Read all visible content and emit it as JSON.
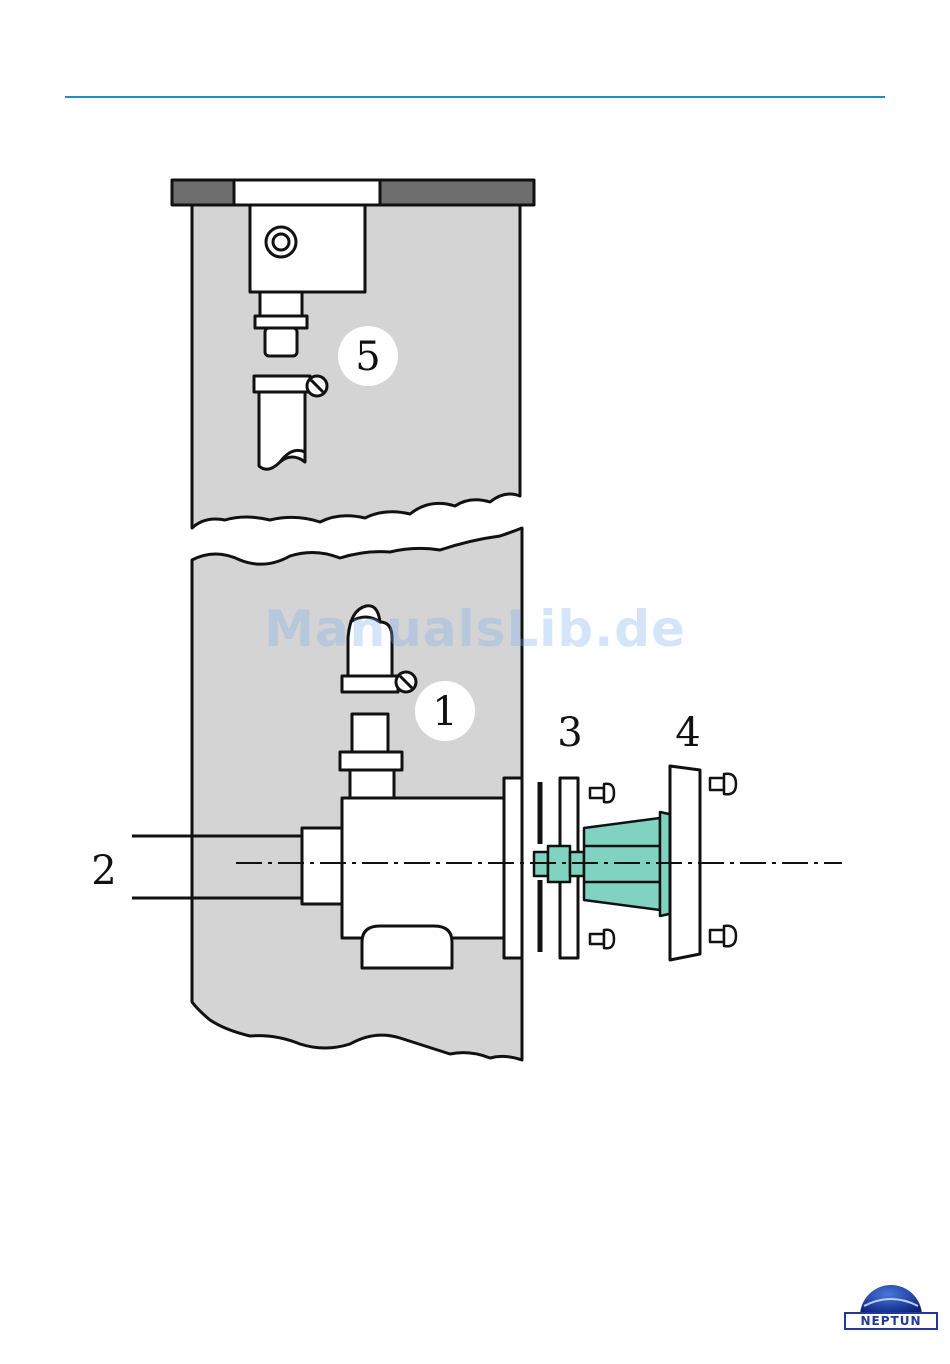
{
  "callouts": {
    "c1": "1",
    "c2": "2",
    "c3": "3",
    "c4": "4",
    "c5": "5"
  },
  "watermark": "ManualsLib.de",
  "brand": {
    "name": "NEPTUN",
    "color": "#24389a"
  },
  "colors": {
    "panel_fill": "#d4d4d4",
    "rubber_part": "#7fd3c0",
    "header_rule": "#1e8fc0",
    "outline": "#111111"
  },
  "icons": {
    "logo": "neptun-dome-logo",
    "screw": "screw-icon",
    "clamp_screw": "clamp-screw-icon"
  }
}
